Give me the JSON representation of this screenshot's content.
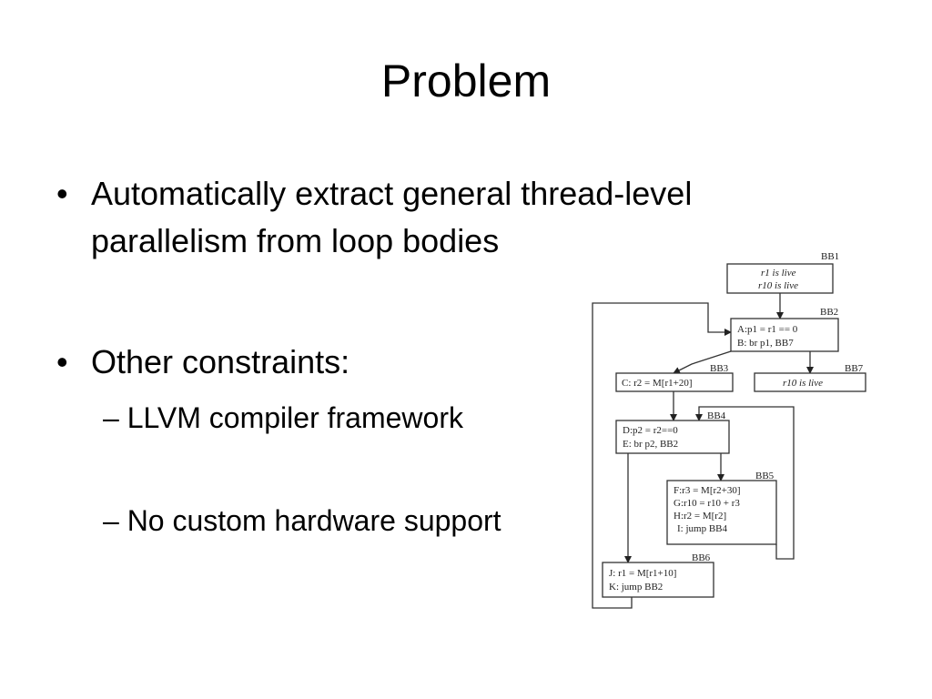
{
  "slide": {
    "title": "Problem",
    "bullets": [
      {
        "text": "Automatically extract general thread-level parallelism from loop bodies"
      },
      {
        "text": "Other constraints:"
      }
    ],
    "sub_bullets": [
      {
        "text": "– LLVM compiler framework"
      },
      {
        "text": "– No custom hardware support"
      }
    ]
  },
  "diagram": {
    "blocks": {
      "bb1": {
        "label": "BB1",
        "lines": [
          "r1 is live",
          "r10 is live"
        ]
      },
      "bb2": {
        "label": "BB2",
        "lines": [
          "A:p1 = r1 == 0",
          "B: br p1, BB7"
        ]
      },
      "bb3": {
        "label": "BB3",
        "lines": [
          "C: r2 = M[r1+20]"
        ]
      },
      "bb7": {
        "label": "BB7",
        "lines": [
          "r10 is live"
        ]
      },
      "bb4": {
        "label": "BB4",
        "lines": [
          "D:p2 = r2==0",
          "E: br p2, BB2"
        ]
      },
      "bb5": {
        "label": "BB5",
        "lines": [
          "F:r3 = M[r2+30]",
          "G:r10 = r10 + r3",
          "H:r2 = M[r2]",
          "I: jump BB4"
        ]
      },
      "bb6": {
        "label": "BB6",
        "lines": [
          "J: r1 = M[r1+10]",
          "K: jump BB2"
        ]
      }
    }
  }
}
